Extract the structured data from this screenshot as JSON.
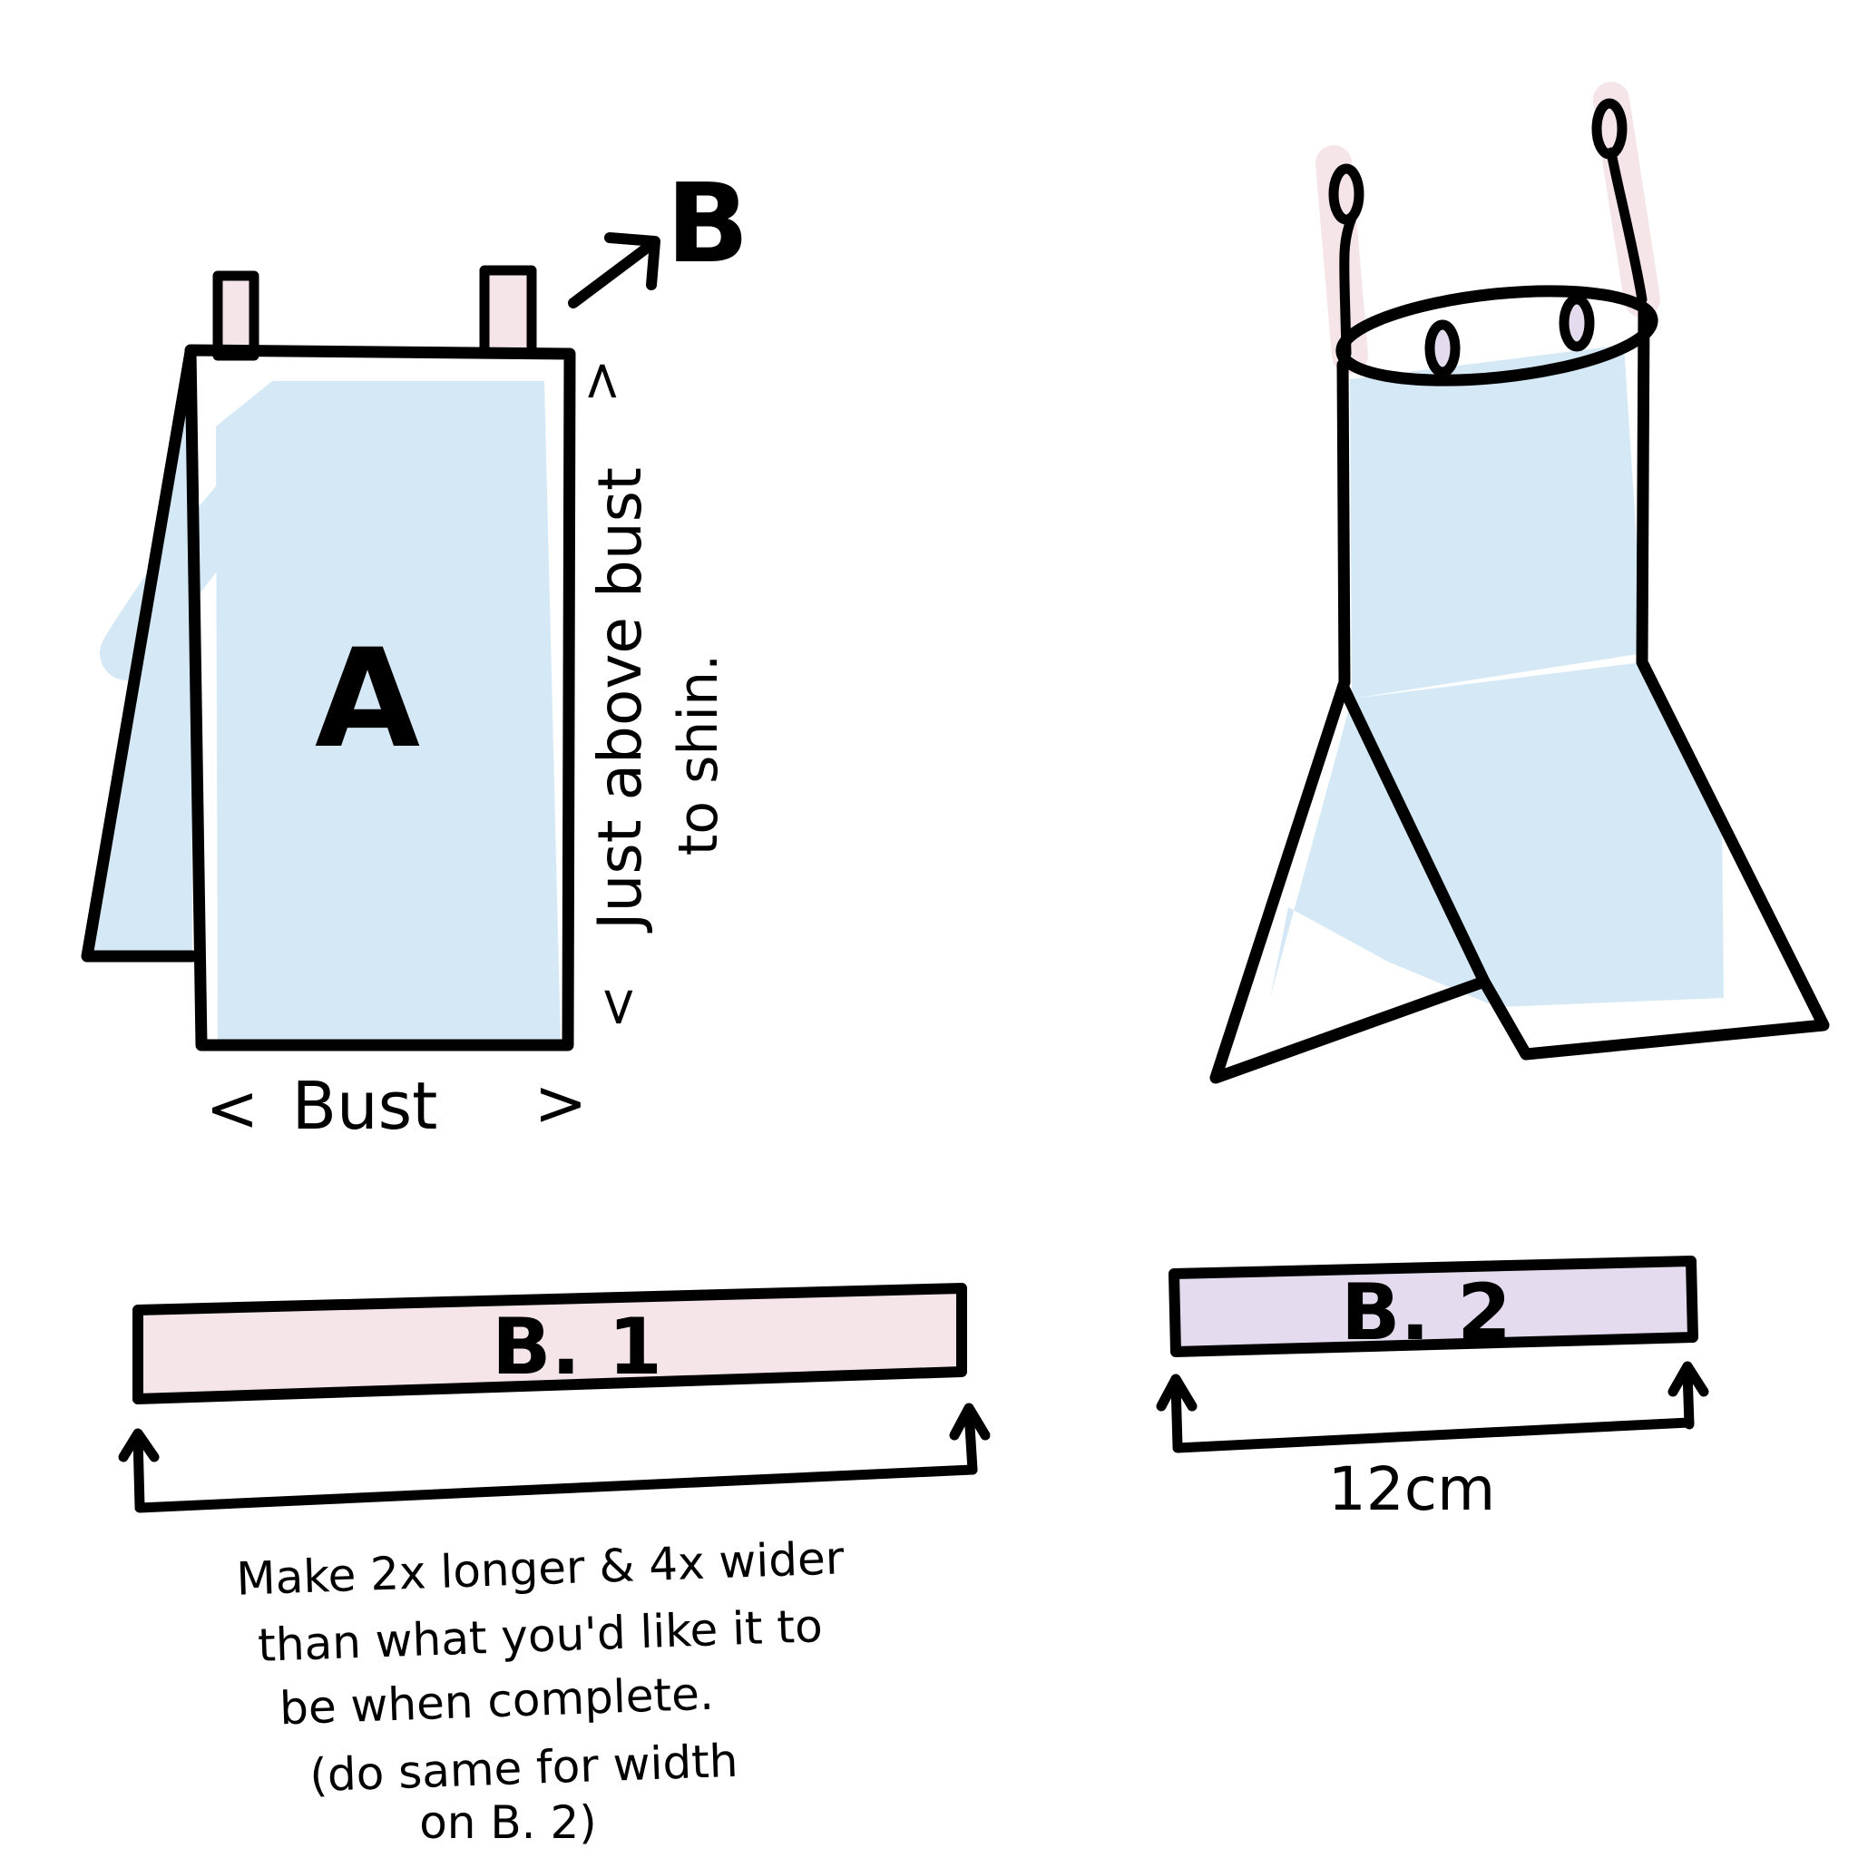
{
  "colors": {
    "ink": "#000000",
    "fabric_blue": "#d4e9f5",
    "strap_pink": "#f5e5e9",
    "strip_purple": "#e4dcee",
    "background": "#ffffff"
  },
  "left_panel": {
    "panel_label": "A",
    "strap_label": "B",
    "height_label_line1": "Just above bust",
    "height_label_line2": "to shin.",
    "width_label": "Bust",
    "open_bracket": "<",
    "close_bracket": ">"
  },
  "strip_b1": {
    "label": "B. 1",
    "note_lines": [
      "Make  2x  longer  &  4x  wider",
      "than  what  you'd  like  it  to",
      "be  when  complete.",
      "(do  same  for  width",
      "on  B. 2)"
    ]
  },
  "strip_b2": {
    "label": "B. 2",
    "dimension_label": "12cm"
  }
}
